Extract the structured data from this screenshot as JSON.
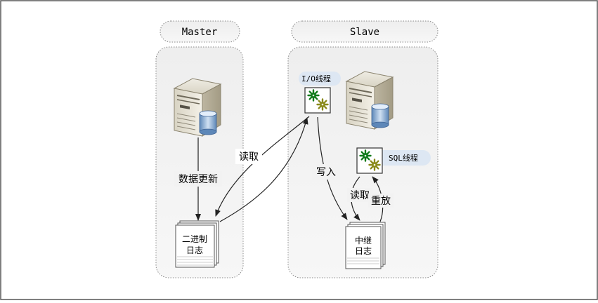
{
  "master": {
    "title": "Master",
    "update_label": "数据更新",
    "binlog_label_line1": "二进制",
    "binlog_label_line2": "日志"
  },
  "slave": {
    "title": "Slave",
    "io_thread_label": "I/O线程",
    "sql_thread_label": "SQL线程",
    "relay_log_label_line1": "中继",
    "relay_log_label_line2": "日志"
  },
  "arrows": {
    "read_from_master": "读取",
    "write_relay": "写入",
    "read_relay": "读取",
    "replay": "重放"
  },
  "colors": {
    "border": "#555555",
    "panel_fill": "#f2f2f2",
    "panel_border": "#888888",
    "thread_label_bg": "#dde7f3",
    "gear_green": "#0f7a1a",
    "gear_olive": "#8a8a1a",
    "arrow": "#222222"
  },
  "icons": {
    "server": "server-database-icon",
    "thread": "gears-icon",
    "log": "document-stack-icon"
  }
}
